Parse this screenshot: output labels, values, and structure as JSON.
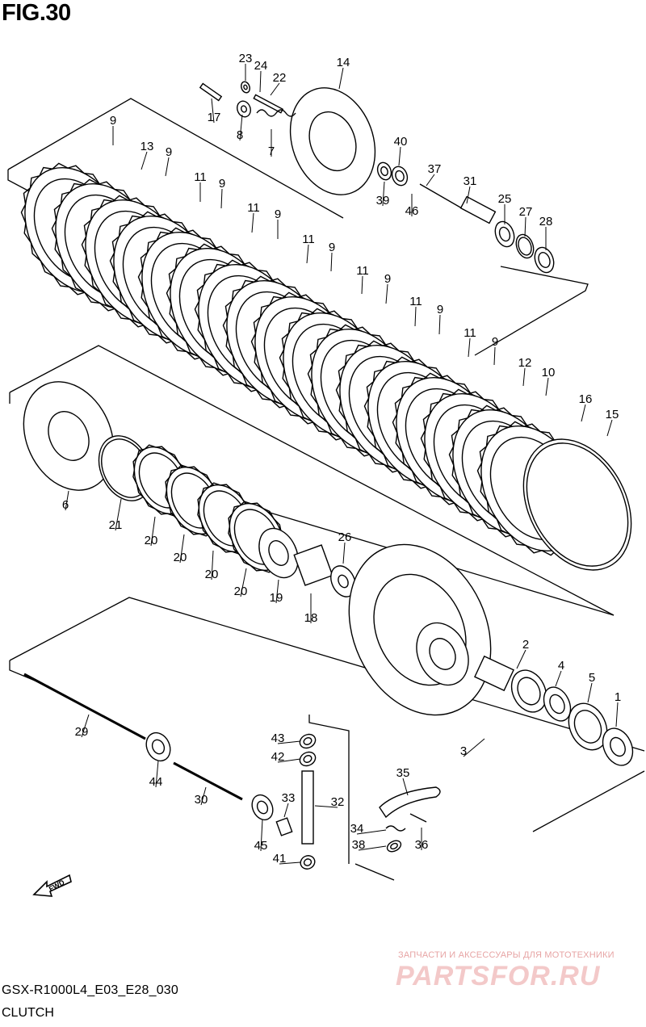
{
  "figure": {
    "title": "FIG.30"
  },
  "footer": {
    "model_code": "GSX-R1000L4_E03_E28_030",
    "section_name": "CLUTCH"
  },
  "fwd_badge": {
    "label": "FWD"
  },
  "watermark": {
    "caption": "ЗАПЧАСТИ И АКСЕССУАРЫ ДЛЯ МОТОТЕХНИКИ",
    "brand": "PARTSFOR.RU"
  },
  "callouts": [
    "23",
    "24",
    "22",
    "14",
    "17",
    "8",
    "7",
    "9",
    "13",
    "9",
    "40",
    "37",
    "31",
    "39",
    "46",
    "25",
    "27",
    "28",
    "11",
    "9",
    "11",
    "9",
    "11",
    "9",
    "11",
    "9",
    "11",
    "9",
    "11",
    "9",
    "12",
    "10",
    "16",
    "15",
    "6",
    "21",
    "20",
    "20",
    "20",
    "20",
    "19",
    "26",
    "18",
    "2",
    "4",
    "5",
    "1",
    "3",
    "29",
    "44",
    "43",
    "42",
    "30",
    "33",
    "32",
    "45",
    "41",
    "35",
    "34",
    "38",
    "36"
  ]
}
